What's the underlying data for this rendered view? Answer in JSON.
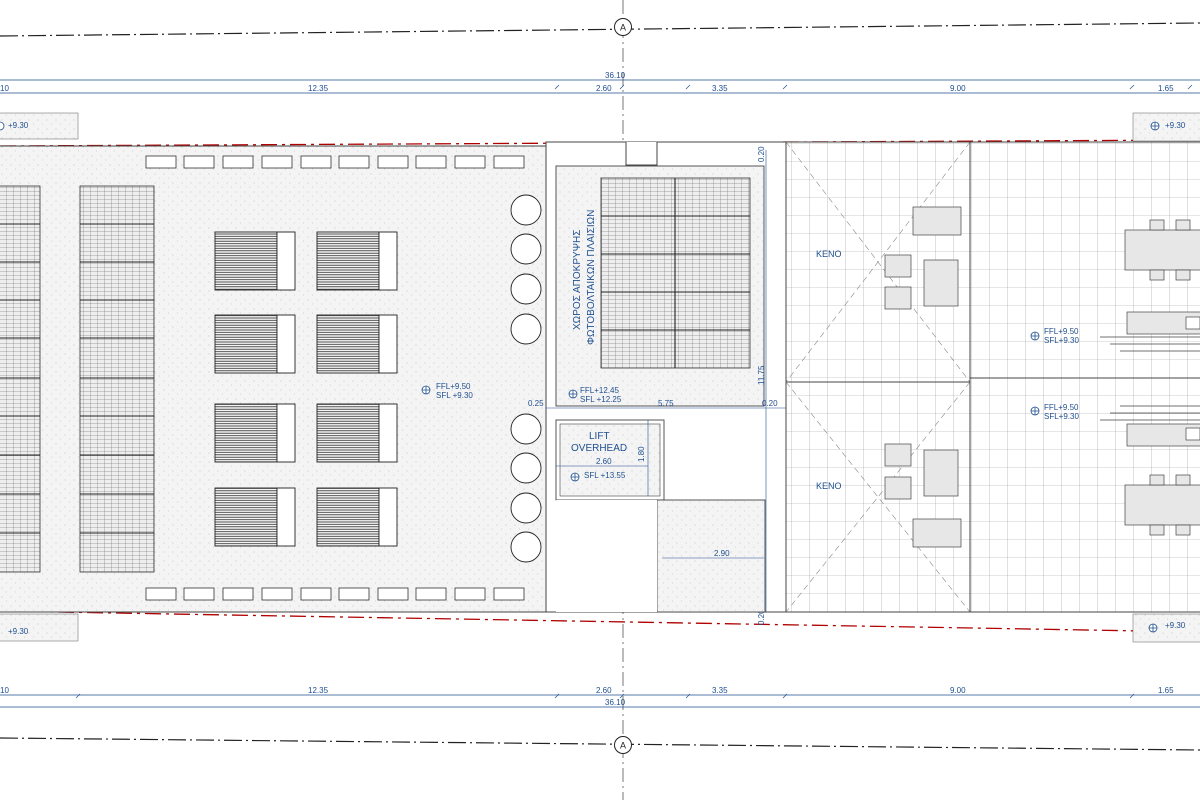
{
  "drawing": {
    "grid_marker": "A",
    "overall_dimension": "36.10",
    "segment_dimensions": [
      "10",
      "12.35",
      "2.60",
      "3.35",
      "9.00",
      "1.65"
    ],
    "vertical_dimension": "11.75",
    "small_dimensions": {
      "side_0_25": "0.25",
      "mid_5_75": "5.75",
      "side_0_20_a": "0.20",
      "side_0_20_b": "0.20",
      "side_0_20_c": "0.20",
      "lift_width": "2.60",
      "lift_depth": "1.80",
      "shaft_width": "2.90"
    },
    "levels": {
      "corner": "+9.30",
      "main_ffl": "FFL+9.50",
      "main_sfl": "SFL +9.30",
      "pv_ffl": "FFL+12.45",
      "pv_sfl": "SFL +12.25",
      "lift_sfl": "SFL +13.55",
      "right_ffl": "FFL+9.50",
      "right_sfl": "SFL+9.30",
      "right2_ffl": "FFL+9.50",
      "right2_sfl": "SFL+9.30"
    },
    "rooms": {
      "void_top": "ΚΕΝΟ",
      "void_bottom": "ΚΕΝΟ",
      "lift_line1": "LIFT",
      "lift_line2": "OVERHEAD",
      "pv_line1": "ΧΩΡΟΣ ΑΠΟΚΡΥΨΗΣ",
      "pv_line2": "ΦΩΤΟΒΟΛΤΑΙΚΩΝ ΠΛΑΙΣΙΩΝ"
    },
    "colors": {
      "line": "#3a3a3a",
      "annotation": "#1f4f8f",
      "boundary": "#b00000",
      "paving": "#f3f3f3"
    }
  }
}
